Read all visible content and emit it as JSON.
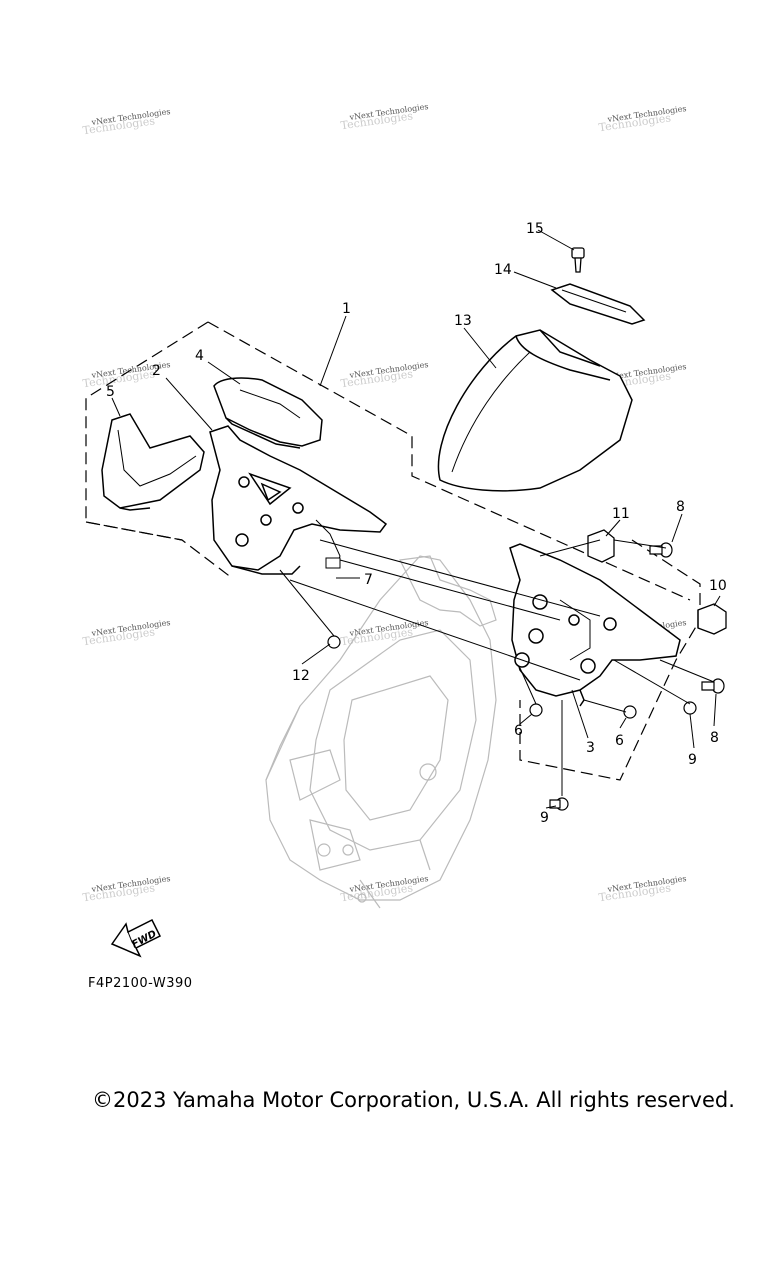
{
  "watermark": {
    "text": "vNext Technologies"
  },
  "callouts": [
    "1",
    "2",
    "3",
    "4",
    "5",
    "6",
    "6",
    "7",
    "8",
    "8",
    "9",
    "9",
    "10",
    "11",
    "12",
    "13",
    "14",
    "15"
  ],
  "fwd_label": "FWD",
  "diagram_code": "F4P2100-W390",
  "copyright": "©2023 Yamaha Motor Corporation, U.S.A. All rights reserved."
}
